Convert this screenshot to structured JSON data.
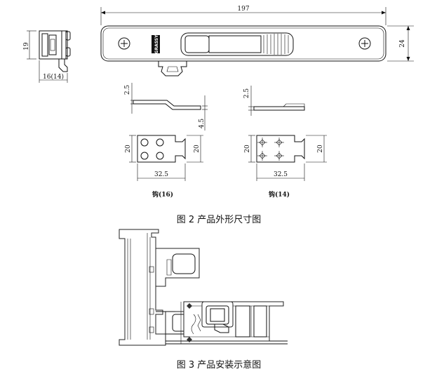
{
  "top_view": {
    "length": "197",
    "width": "24",
    "brand": "GRASSY"
  },
  "side_view": {
    "height": "19",
    "depth": "16(14)"
  },
  "hook16": {
    "thick": "2.5",
    "step": "4.5",
    "height_left": "20",
    "height_right": "20",
    "width": "32.5",
    "label": "钩(16)"
  },
  "hook14": {
    "thick": "2.5",
    "height_left": "20",
    "height_right": "20",
    "width": "32.5",
    "label": "钩(14)"
  },
  "captions": {
    "fig2": "图 2 产品外形尺寸图",
    "fig3": "图 3 产品安装示意图"
  }
}
